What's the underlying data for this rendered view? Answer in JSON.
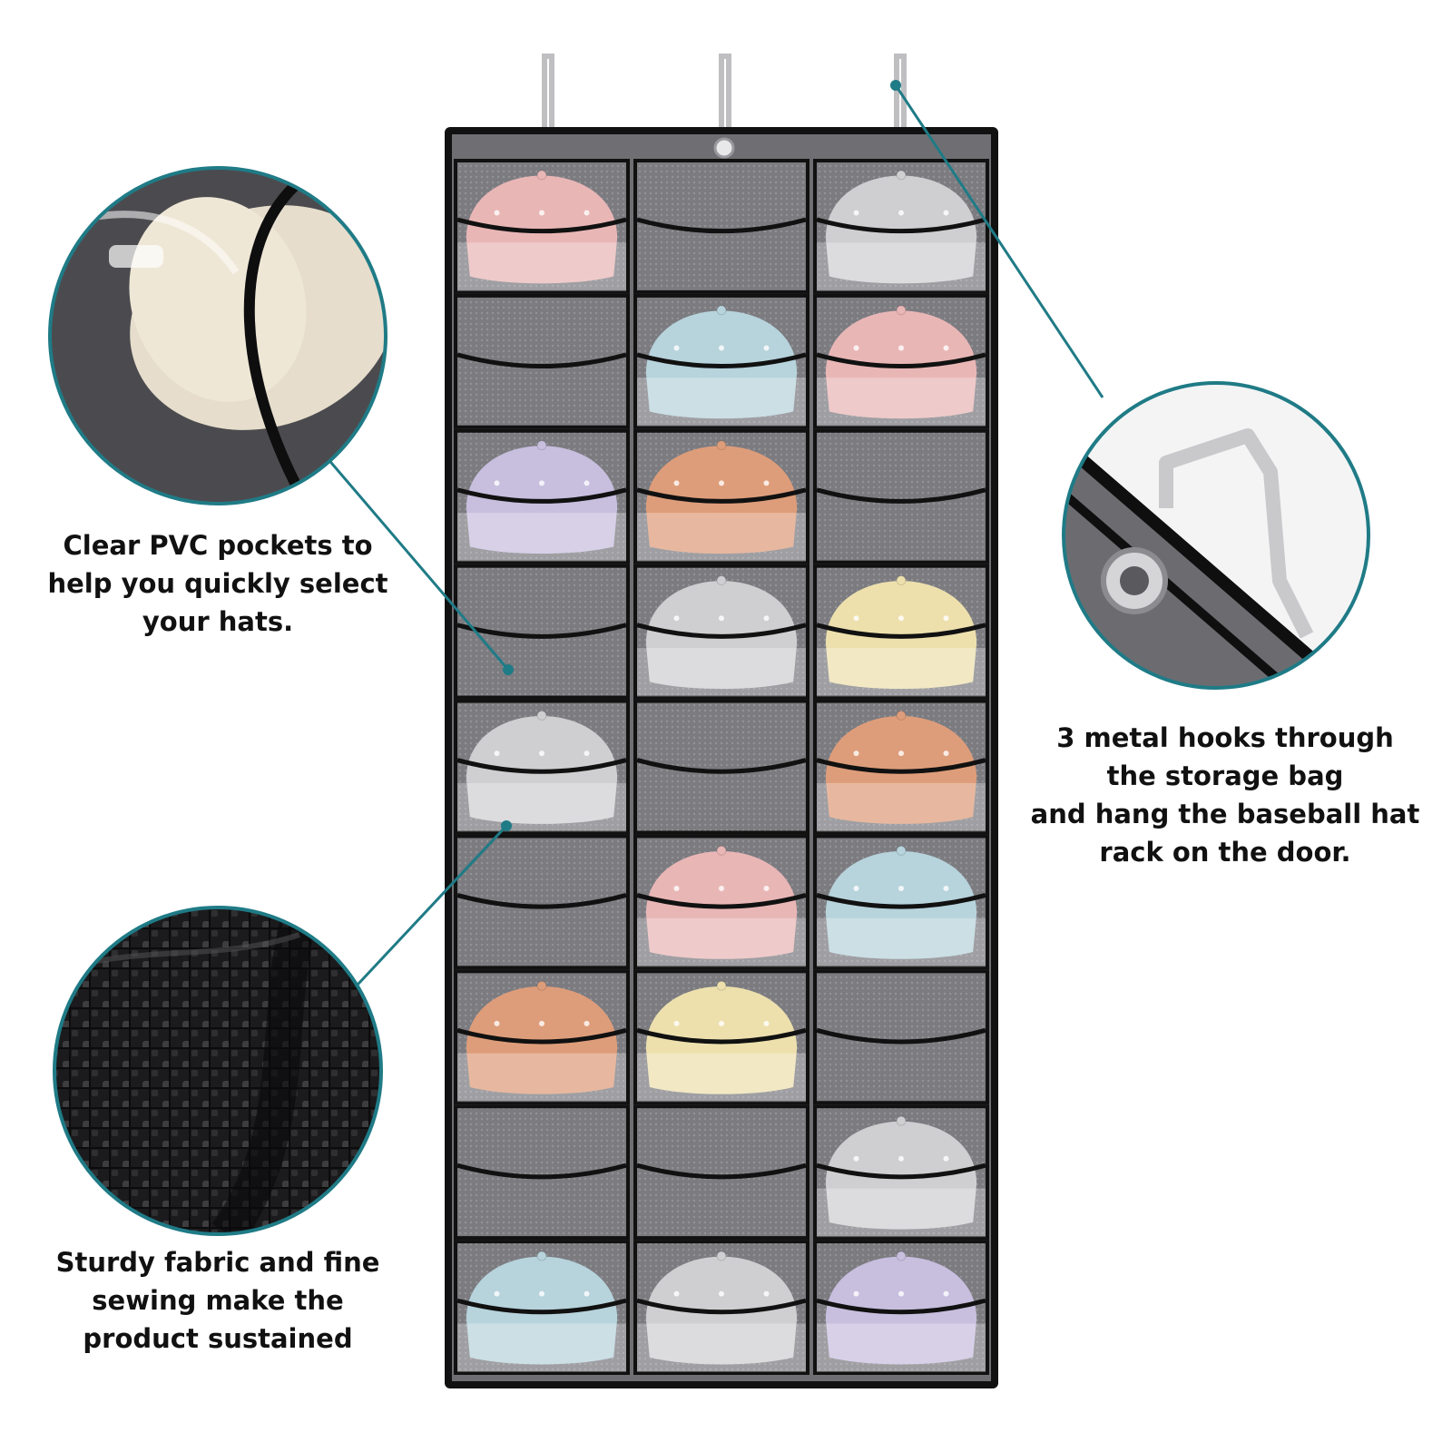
{
  "captions": {
    "pvc": [
      "Clear PVC pockets to",
      "help you quickly select",
      "your hats."
    ],
    "hooks": [
      "3 metal hooks through",
      "the storage bag",
      "and hang the baseball hat",
      "rack on the door."
    ],
    "fabric": [
      "Sturdy fabric and fine",
      "sewing make the",
      "product sustained"
    ]
  },
  "colors": {
    "accent": "#1f7b86",
    "panel": "#6f6f73",
    "pocket": "#8a8a8e",
    "binding": "#111111"
  },
  "hat_grid": [
    [
      "pink",
      null,
      "gray"
    ],
    [
      null,
      "blue",
      "pink"
    ],
    [
      "lavender",
      "orange",
      null
    ],
    [
      null,
      "gray",
      "yellow"
    ],
    [
      "gray",
      null,
      "orange"
    ],
    [
      null,
      "pink",
      "blue"
    ],
    [
      "orange",
      "yellow",
      null
    ],
    [
      null,
      null,
      "gray"
    ],
    [
      "blue",
      "gray",
      "lavender"
    ]
  ],
  "hat_colors": {
    "pink": "#e9b6b6",
    "gray": "#cfcfd1",
    "blue": "#b7d3dc",
    "lavender": "#c8bede",
    "orange": "#de9d7a",
    "yellow": "#ede0ad"
  }
}
